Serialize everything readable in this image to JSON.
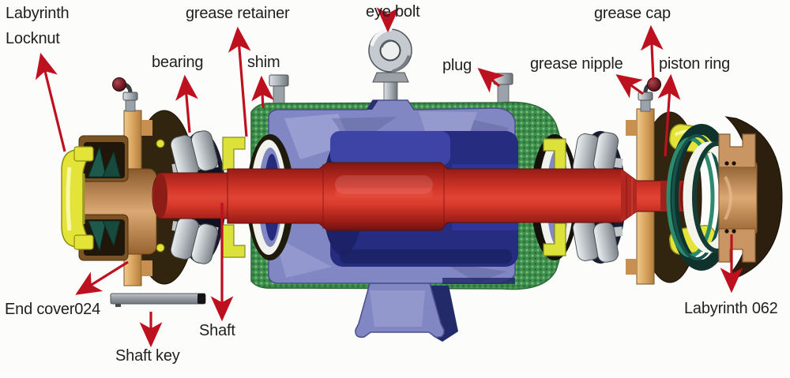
{
  "figure": {
    "subject": "Cross-section diagram of a shaft and bearing housing assembly with labeled parts"
  },
  "labels": {
    "labyrinth": "Labyrinth",
    "locknut": "Locknut",
    "bearing": "bearing",
    "grease_retainer": "grease retainer",
    "shim": "shim",
    "eye_bolt": "eye bolt",
    "plug": "plug",
    "grease_cap": "grease cap",
    "grease_nipple": "grease nipple",
    "piston_ring": "piston ring",
    "end_cover": "End cover024",
    "shaft": "Shaft",
    "shaft_key": "Shaft key",
    "labyrinth_062": "Labyrinth 062"
  },
  "colors": {
    "arrow": "#bd1120",
    "label_text": "#1f1f1f",
    "shaft_red": "#d8392b",
    "housing_blue": "#8187c2",
    "bore_navy": "#262c80",
    "shim_green": "#3f8f4c",
    "seal_yellow": "#e4e438",
    "cover_brown": "#32250f",
    "cover_tan": "#d9a55f",
    "bronze": "#c99663",
    "bearing_gray": "#b9bfc3",
    "piston_teal": "#2c8a6e"
  }
}
